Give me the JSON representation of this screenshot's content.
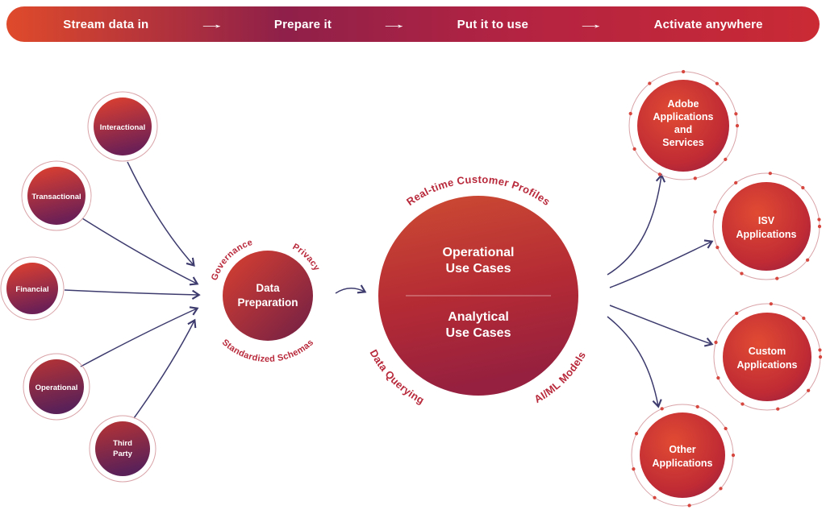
{
  "banner": {
    "steps": [
      "Stream data in",
      "Prepare it",
      "Put it to use",
      "Activate anywhere"
    ],
    "arrow": "→"
  },
  "sources": [
    {
      "name": "interactional",
      "lines": [
        "Interactional"
      ]
    },
    {
      "name": "transactional",
      "lines": [
        "Transactional"
      ]
    },
    {
      "name": "financial",
      "lines": [
        "Financial"
      ]
    },
    {
      "name": "operational",
      "lines": [
        "Operational"
      ]
    },
    {
      "name": "third-party",
      "lines": [
        "Third",
        "Party"
      ]
    }
  ],
  "preparation": {
    "lines": [
      "Data",
      "Preparation"
    ],
    "labels": {
      "top_left": "Governance",
      "top_right": "Privacy",
      "bottom": "Standardized Schemas"
    }
  },
  "use_cases": {
    "top_lines": [
      "Operational",
      "Use Cases"
    ],
    "bottom_lines": [
      "Analytical",
      "Use Cases"
    ],
    "ring_labels": {
      "top": "Real-time Customer Profiles",
      "bottom_left": "Data Querying",
      "bottom_right": "AI/ML Models"
    }
  },
  "destinations": [
    {
      "name": "adobe-apps",
      "lines": [
        "Adobe",
        "Applications",
        "and",
        "Services"
      ]
    },
    {
      "name": "isv-apps",
      "lines": [
        "ISV",
        "Applications"
      ]
    },
    {
      "name": "custom-apps",
      "lines": [
        "Custom",
        "Applications"
      ]
    },
    {
      "name": "other-apps",
      "lines": [
        "Other",
        "Applications"
      ]
    }
  ],
  "colors": {
    "banner_gradient_left": "#df4a2b",
    "banner_gradient_mid": "#8f2049",
    "banner_gradient_right": "#ca2a34",
    "node_bright_red": "#e1412e",
    "node_dark_maroon": "#6d2055",
    "arrow_navy": "#3d3b6e",
    "curved_label_red": "#b8293b"
  }
}
